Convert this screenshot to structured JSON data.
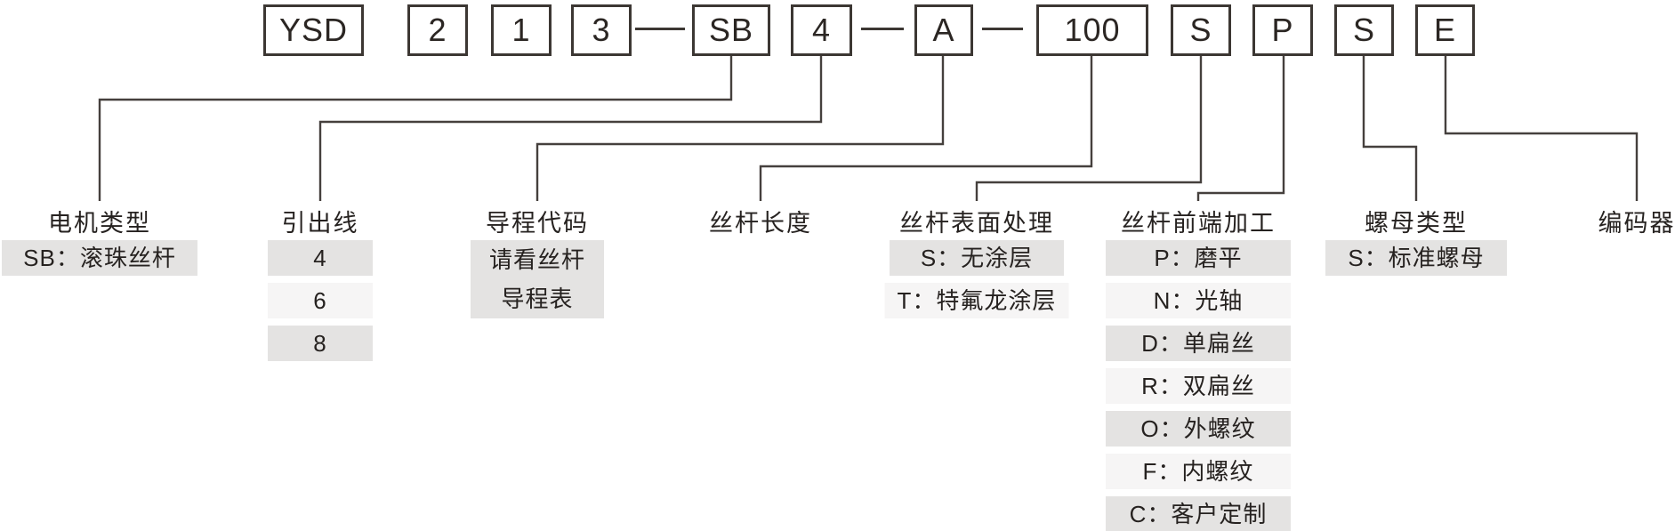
{
  "product_code": {
    "boxes": [
      "YSD",
      "2",
      "1",
      "3",
      "SB",
      "4",
      "A",
      "100",
      "S",
      "P",
      "S",
      "E"
    ],
    "separator": "—"
  },
  "columns": [
    {
      "key": "motor-type",
      "title": "电机类型",
      "options": [
        "SB：滚珠丝杆"
      ]
    },
    {
      "key": "lead-wire",
      "title": "引出线",
      "options": [
        "4",
        "6",
        "8"
      ]
    },
    {
      "key": "lead-code",
      "title": "导程代码",
      "options": [
        "请看丝杆\n导程表"
      ]
    },
    {
      "key": "screw-length",
      "title": "丝杆长度",
      "options": []
    },
    {
      "key": "surface",
      "title": "丝杆表面处理",
      "options": [
        "S：无涂层",
        "T：特氟龙涂层"
      ]
    },
    {
      "key": "front-end",
      "title": "丝杆前端加工",
      "options": [
        "P：磨平",
        "N：光轴",
        "D：单扁丝",
        "R：双扁丝",
        "O：外螺纹",
        "F：内螺纹",
        "C：客户定制"
      ]
    },
    {
      "key": "nut-type",
      "title": "螺母类型",
      "options": [
        "S：标准螺母"
      ]
    },
    {
      "key": "encoder",
      "title": "编码器",
      "options": []
    }
  ],
  "colors": {
    "row_dark": "#e4e3e2",
    "row_light": "#f6f5f5",
    "line": "#45403d",
    "border": "#3c3733",
    "text": "#262220"
  }
}
